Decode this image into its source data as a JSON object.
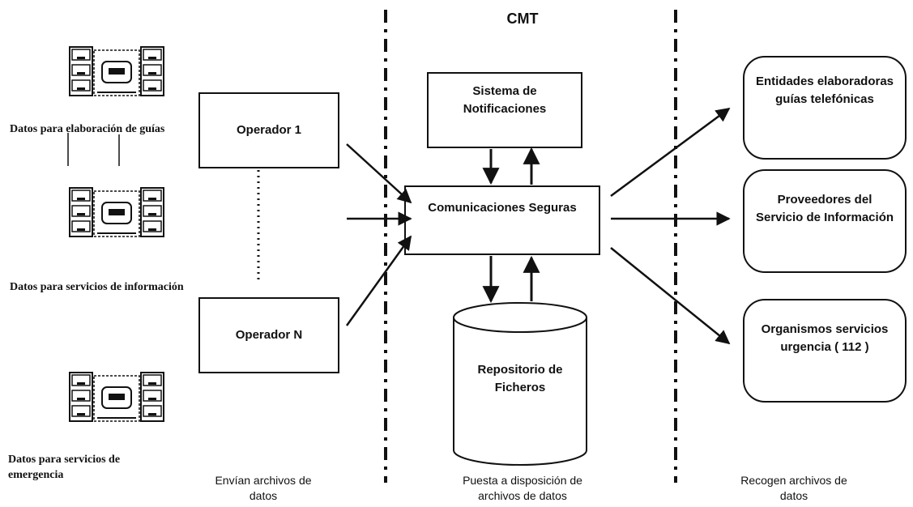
{
  "header": {
    "title": "CMT"
  },
  "sources": [
    {
      "label": "Datos para elaboración de guías"
    },
    {
      "label": "Datos para servicios de información"
    },
    {
      "label": "Datos para servicios de emergencia"
    }
  ],
  "operators": {
    "first": "Operador 1",
    "last": "Operador N"
  },
  "center": {
    "notifications": "Sistema de Notificaciones",
    "secure_comms": "Comunicaciones Seguras",
    "repository": "Repositorio de Ficheros"
  },
  "destinations": [
    {
      "label": "Entidades elaboradoras guías telefónicas"
    },
    {
      "label": "Proveedores del Servicio de Información"
    },
    {
      "label": "Organismos servicios urgencia ( 112 )"
    }
  ],
  "captions": {
    "left": "Envían archivos de datos",
    "center": "Puesta a disposición de archivos de datos",
    "right": "Recogen archivos de datos"
  }
}
